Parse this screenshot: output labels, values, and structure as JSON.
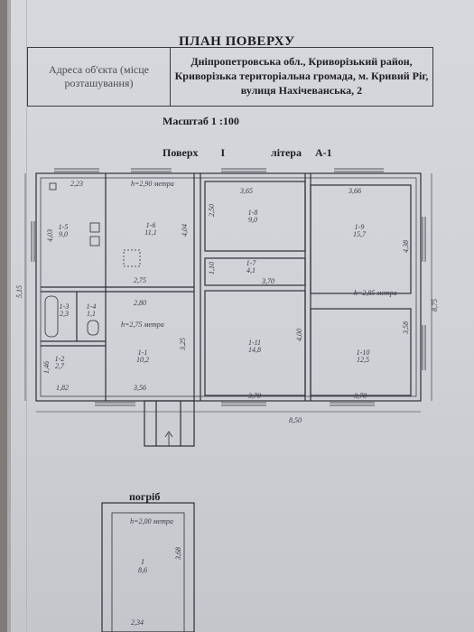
{
  "document": {
    "title": "ПЛАН ПОВЕРХУ",
    "address_label": "Адреса об'єкта (місце розташування)",
    "address_line1": "Дніпропетровська обл., Криворізький район,",
    "address_line2": "Криворізька територіальна громада, м. Кривий Ріг,",
    "address_line3": "вулиця Нахічеванська, 2",
    "scale": "Масштаб 1 :100",
    "floor_label": "Поверх",
    "floor_value": "I",
    "litera_label": "літера",
    "litera_value": "А-1"
  },
  "plan": {
    "rooms": [
      {
        "code": "1-5",
        "area": "9,0"
      },
      {
        "code": "1-6",
        "area": "11,1"
      },
      {
        "code": "1-8",
        "area": "9,0"
      },
      {
        "code": "1-9",
        "area": "15,7"
      },
      {
        "code": "1-7",
        "area": "4,1"
      },
      {
        "code": "1-3",
        "area": "2,3"
      },
      {
        "code": "1-4",
        "area": "1,1"
      },
      {
        "code": "1-2",
        "area": "2,7"
      },
      {
        "code": "1-1",
        "area": "10,2"
      },
      {
        "code": "1-11",
        "area": "14,8"
      },
      {
        "code": "1-10",
        "area": "12,5"
      }
    ],
    "heights": {
      "h1": "h=2,90 метра",
      "h2": "h=2,75 метра",
      "h3": "h=2,85 метра"
    },
    "dims": {
      "d_223": "2,23",
      "d_365": "3,65",
      "d_366": "3,66",
      "d_403": "4,03",
      "d_404": "4,04",
      "d_250": "2,50",
      "d_438": "4,38",
      "d_275": "2,75",
      "d_280": "2,80",
      "d_110": "1,10",
      "d_370a": "3,70",
      "d_515": "5,15",
      "d_875": "8,75",
      "d_325": "3,25",
      "d_400": "4,00",
      "d_358": "3,58",
      "d_146": "1,46",
      "d_182": "1,82",
      "d_356": "3,56",
      "d_370b": "3,70",
      "d_370c": "3,70",
      "d_850": "8,50"
    }
  },
  "cellar": {
    "title": "погріб",
    "height": "h=2,00 метра",
    "code": "I",
    "area": "8,6",
    "dim_v": "3,68",
    "dim_h": "2,34"
  }
}
